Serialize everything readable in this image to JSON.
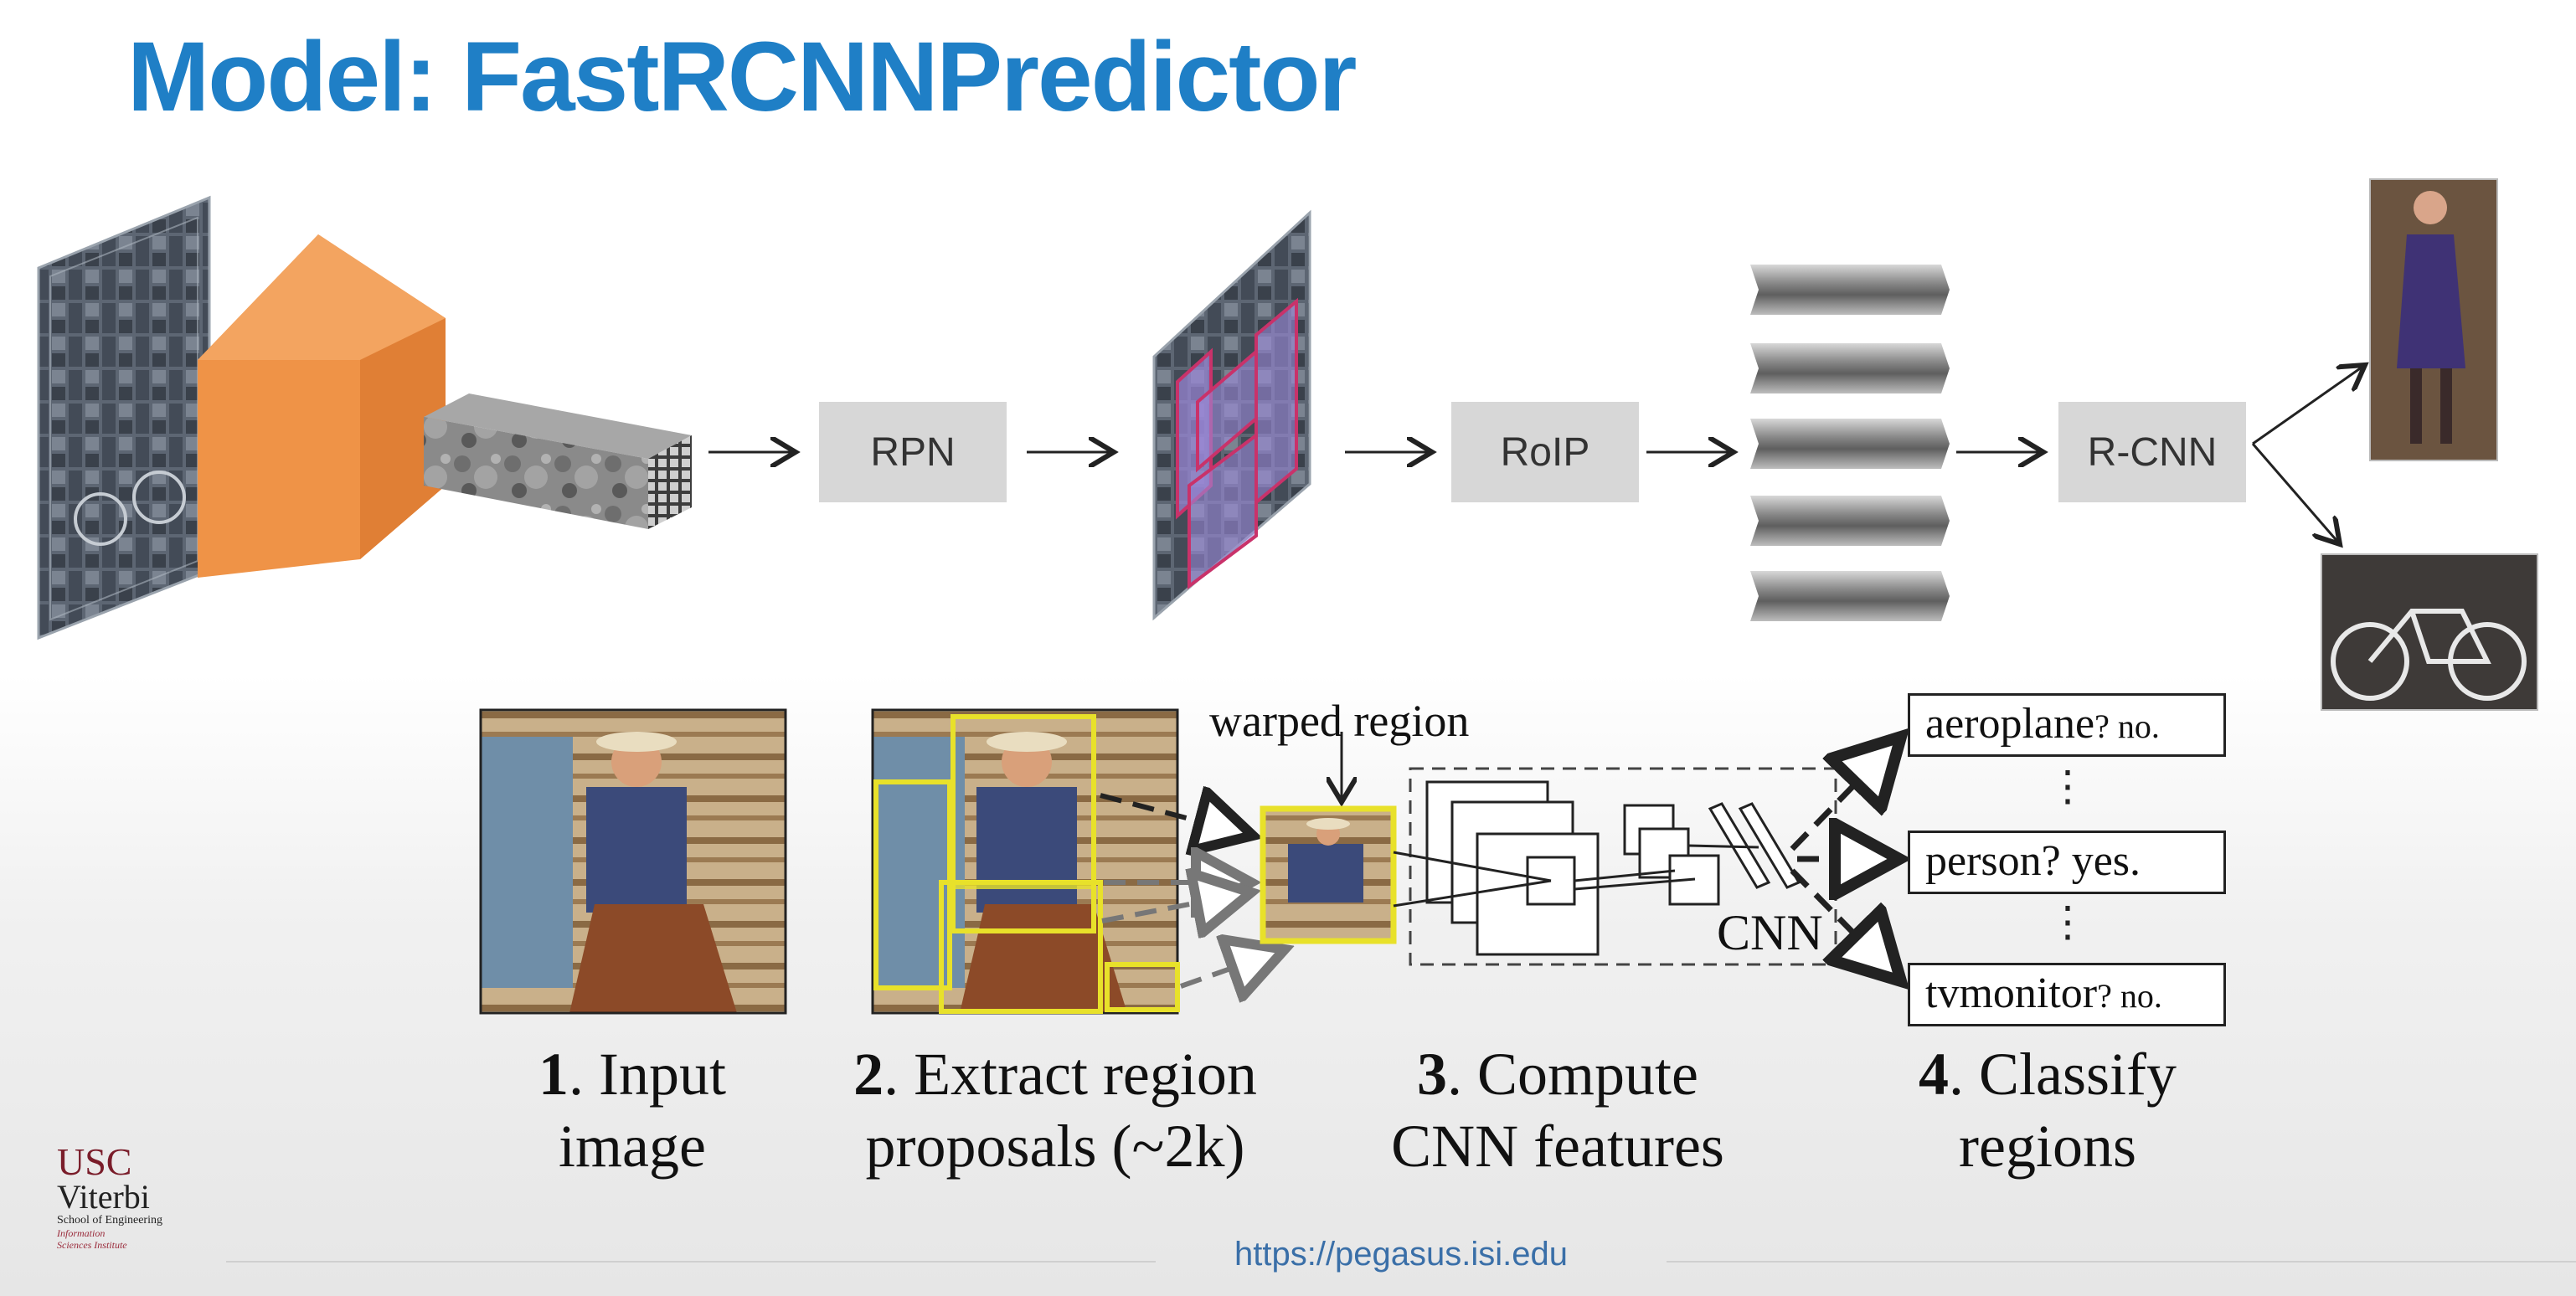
{
  "title": "Model: FastRCNNPredictor",
  "top_pipeline": {
    "stages": [
      "RPN",
      "RoIP",
      "R-CNN"
    ]
  },
  "bottom_pipeline": {
    "warped_region_label": "warped region",
    "cnn_label": "CNN",
    "steps": [
      {
        "num": "1",
        "text_line1": ". Input",
        "text_line2": "image"
      },
      {
        "num": "2",
        "text_line1": ". Extract region",
        "text_line2": "proposals (~2k)"
      },
      {
        "num": "3",
        "text_line1": ". Compute",
        "text_line2": "CNN features"
      },
      {
        "num": "4",
        "text_line1": ". Classify",
        "text_line2": "regions"
      }
    ],
    "classes": [
      {
        "name": "aeroplane",
        "answer": "? no."
      },
      {
        "name": "person",
        "answer": "? yes."
      },
      {
        "name": "tvmonitor",
        "answer": "? no."
      }
    ],
    "ellipsis": "⋮"
  },
  "logo": {
    "line1": "USC",
    "line2": "Viterbi",
    "line3": "School of Engineering",
    "line4": "Information",
    "line5": "Sciences Institute"
  },
  "footer": {
    "url": "https://pegasus.isi.edu"
  },
  "colors": {
    "title": "#1f7fc6",
    "orange_block": "#ef9347",
    "proposal_yellow": "#e8e12a",
    "proposal_pink": "#c9326a"
  }
}
